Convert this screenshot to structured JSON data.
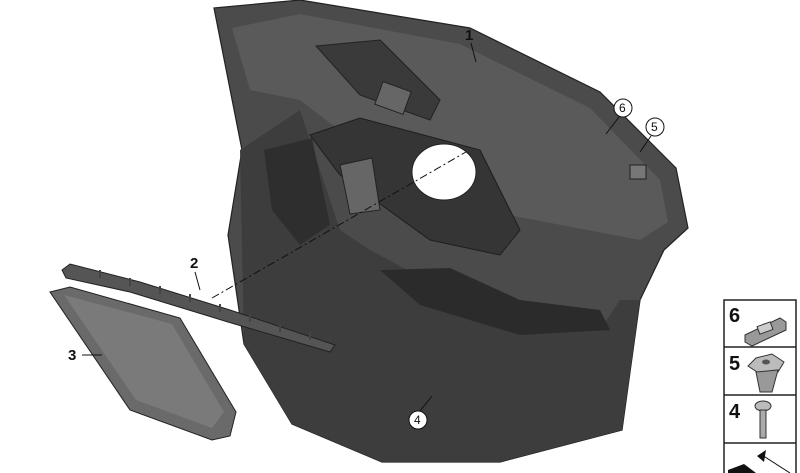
{
  "diagram": {
    "callouts": {
      "door_trim_panel": "1",
      "trim_strip": "2",
      "speaker_cover": "3",
      "circle_4": "4",
      "circle_5": "5",
      "circle_6": "6"
    },
    "legend": [
      {
        "number": "6",
        "part": "clip-icon"
      },
      {
        "number": "5",
        "part": "expanding-nut-icon"
      },
      {
        "number": "4",
        "part": "screw-icon"
      }
    ]
  }
}
